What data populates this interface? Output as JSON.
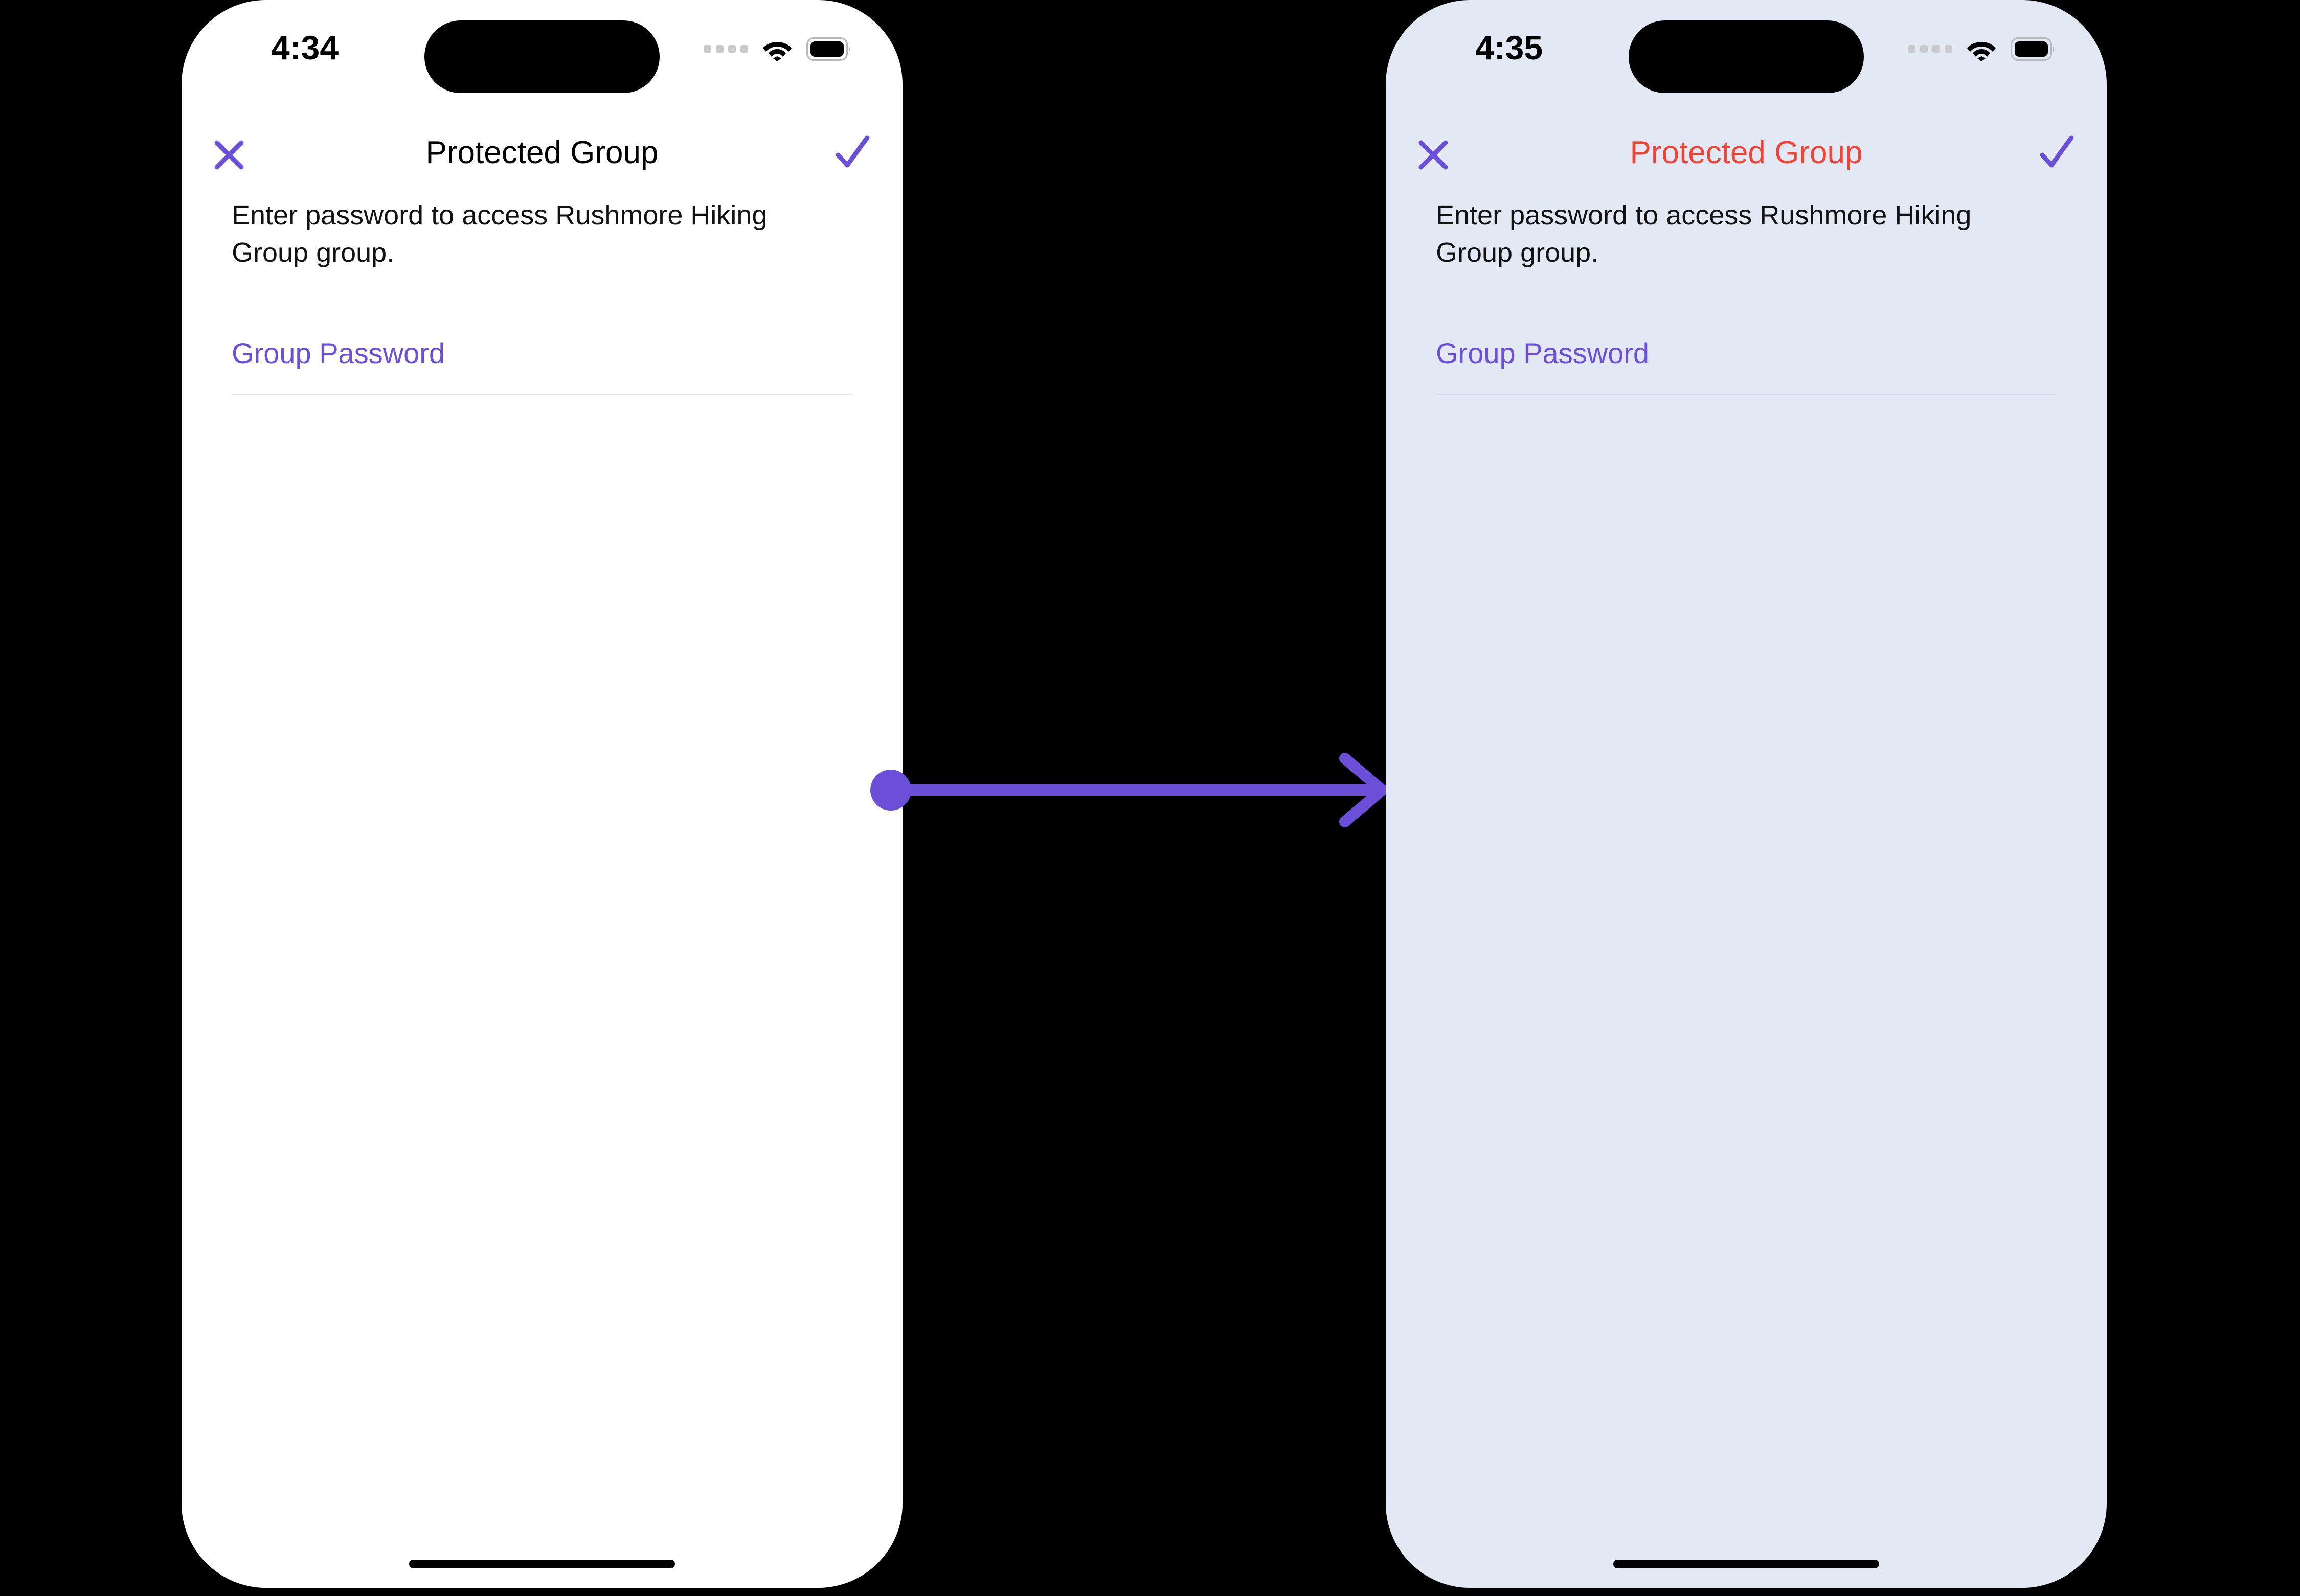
{
  "flow": {
    "connector": {
      "name": "transition-arrow",
      "color": "#6C4FD9",
      "direction": "left-to-right"
    }
  },
  "screens": [
    {
      "id": "before",
      "status_bar": {
        "time": "4:34",
        "signal_icon": "signal-dots-icon",
        "wifi_icon": "wifi-icon",
        "battery_icon": "battery-icon"
      },
      "nav": {
        "close_icon": "close-icon",
        "title": "Protected Group",
        "title_color": "#000000",
        "confirm_icon": "checkmark-icon",
        "icon_color": "#6C4FD9"
      },
      "body": {
        "description": "Enter password to access Rushmore Hiking Group group.",
        "password_field": {
          "label": "Group Password",
          "value": "",
          "placeholder": ""
        }
      },
      "background_color": "#FFFFFF"
    },
    {
      "id": "after",
      "status_bar": {
        "time": "4:35",
        "signal_icon": "signal-dots-icon",
        "wifi_icon": "wifi-icon",
        "battery_icon": "battery-icon"
      },
      "nav": {
        "close_icon": "close-icon",
        "title": "Protected Group",
        "title_color": "#EF4433",
        "confirm_icon": "checkmark-icon",
        "icon_color": "#6C4FD9"
      },
      "body": {
        "description": "Enter password to access Rushmore Hiking Group group.",
        "password_field": {
          "label": "Group Password",
          "value": "",
          "placeholder": ""
        }
      },
      "background_color": "#E3E9F4"
    }
  ]
}
